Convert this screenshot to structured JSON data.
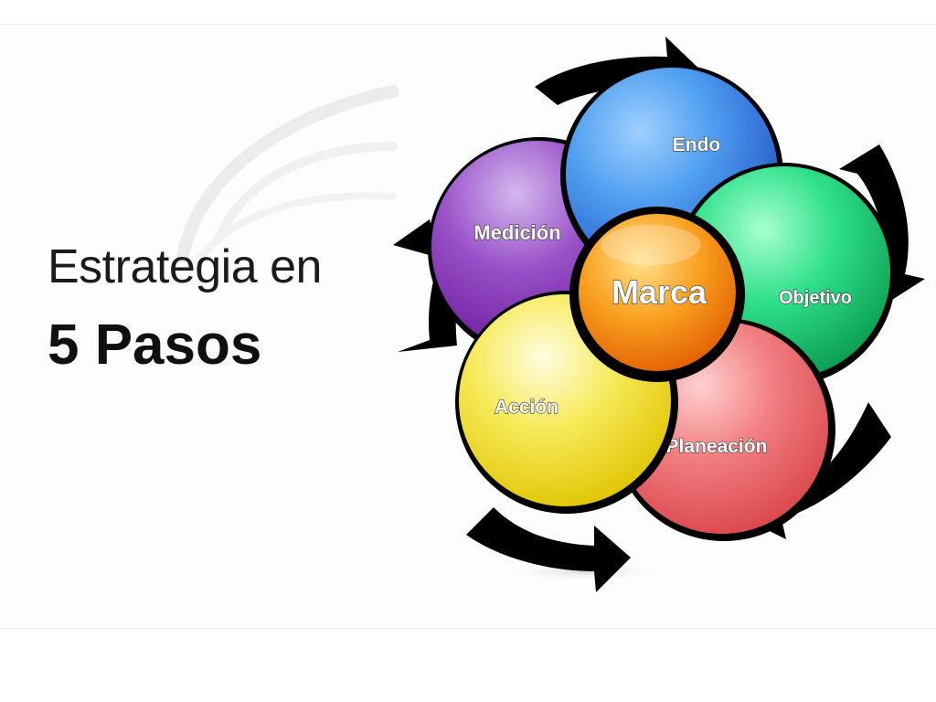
{
  "title": {
    "line1": "Estrategia en",
    "line2": "5 Pasos"
  },
  "diagram": {
    "center": {
      "label": "Marca",
      "color": "#f7941d"
    },
    "steps": [
      {
        "label": "Endo",
        "color": "#3f8ee8"
      },
      {
        "label": "Objetivo",
        "color": "#1fd17a"
      },
      {
        "label": "Planeación",
        "color": "#f06f73"
      },
      {
        "label": "Acción",
        "color": "#f4e23a"
      },
      {
        "label": "Medición",
        "color": "#8a37b8"
      }
    ],
    "arrow_color": "#000000"
  }
}
